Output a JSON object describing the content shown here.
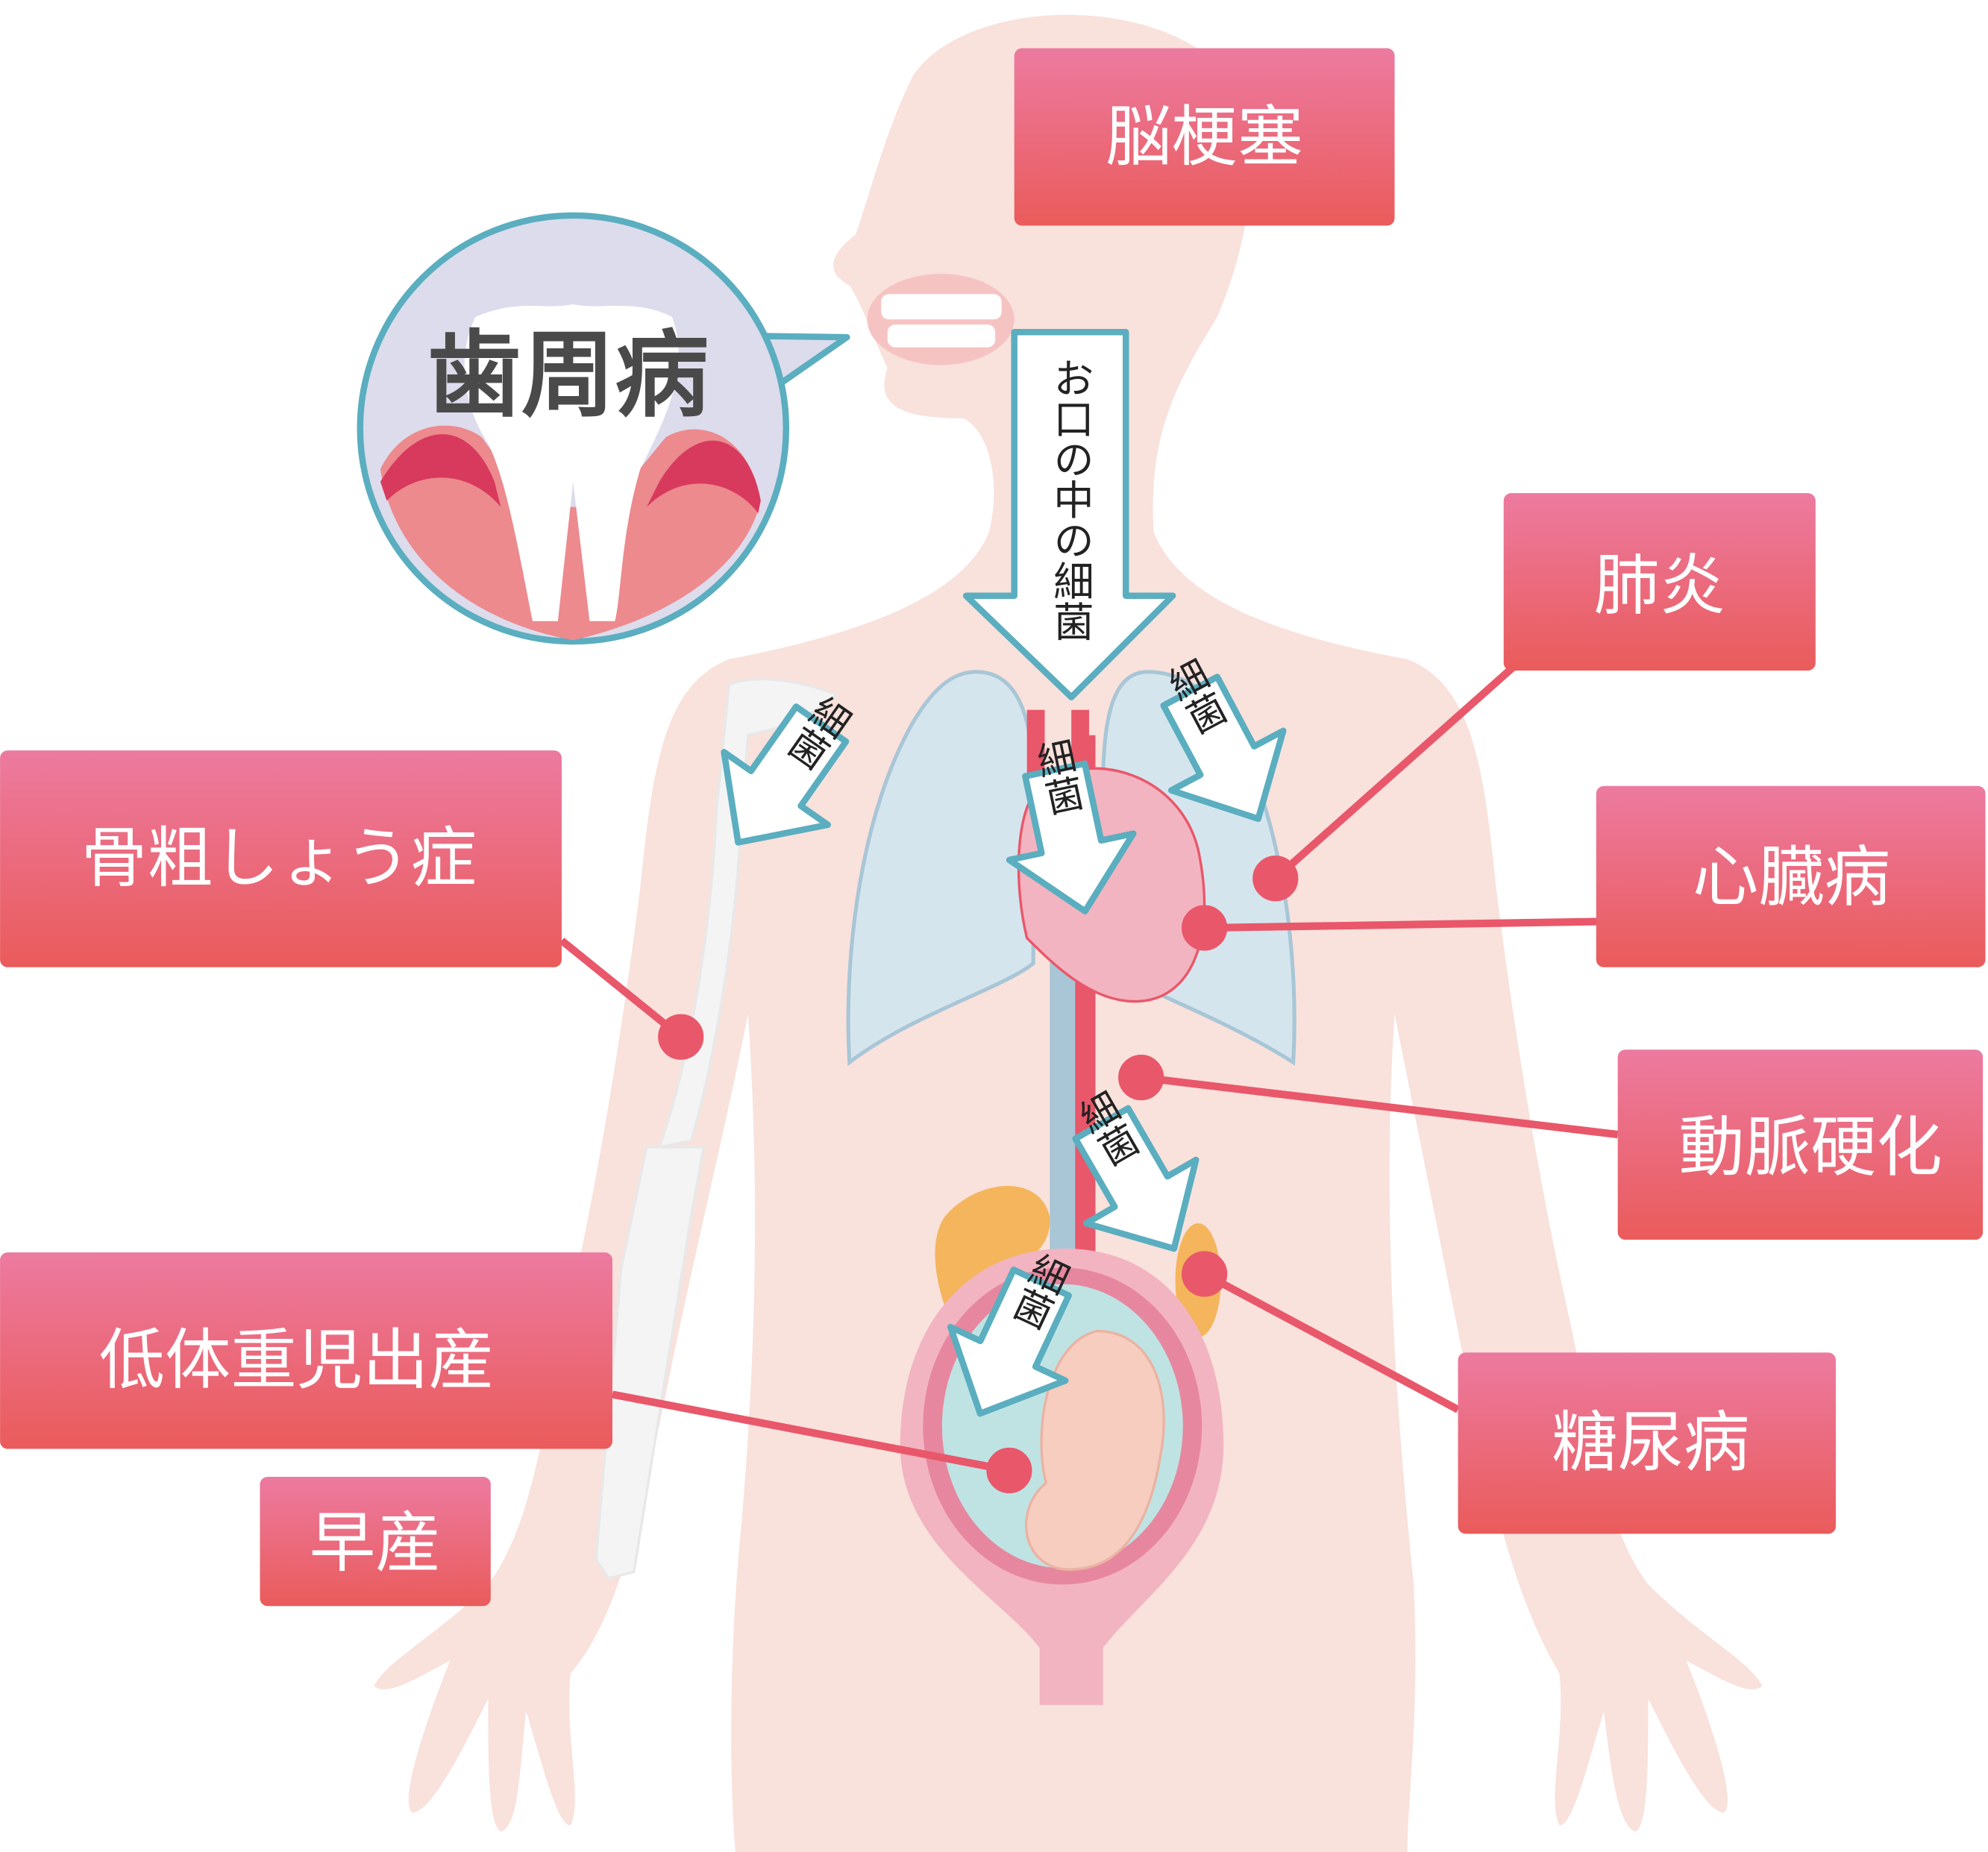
{
  "colors": {
    "label_top": "#ec7aa0",
    "label_bottom": "#ea5b5b",
    "arrow_stroke": "#5aaebf",
    "body": "#f9e1dc",
    "line": "#e9576a"
  },
  "bubble": {
    "label": "歯周病"
  },
  "mouth_arrow": {
    "label": "お口の中の細菌"
  },
  "bacteria_arrows": [
    "細菌",
    "細菌",
    "細菌",
    "細菌",
    "細菌"
  ],
  "diseases": {
    "stroke": "脳梗塞",
    "pneumonia": "肺炎",
    "heart": "心臓病",
    "arteriosclerosis": "動脈硬化",
    "diabetes": "糖尿病",
    "osteoporosis": "骨粗しょう症",
    "low_birth_weight": "低体重児出産",
    "premature": "早産"
  }
}
